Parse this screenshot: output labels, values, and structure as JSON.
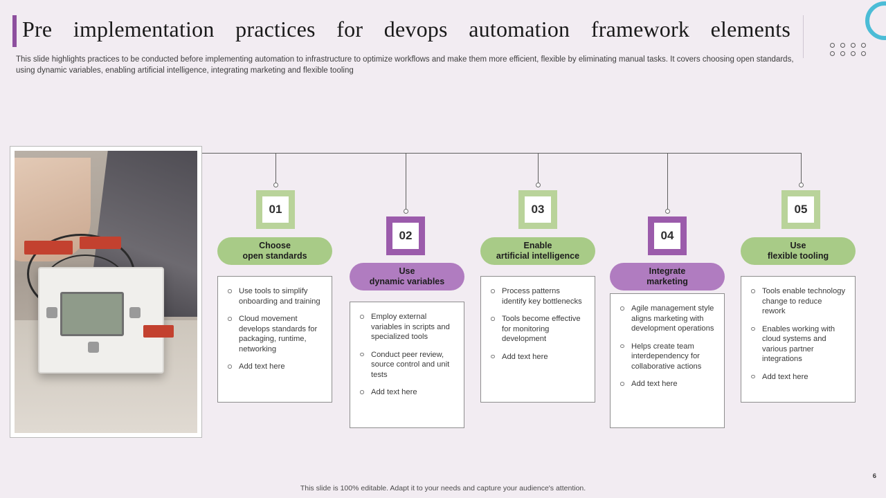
{
  "header": {
    "title": "Pre implementation practices for devops automation framework elements",
    "subtitle": "This slide highlights practices to be conducted before implementing automation to infrastructure to optimize workflows and make them more efficient, flexible by eliminating manual tasks. It covers choosing open standards, using dynamic variables, enabling artificial intelligence, integrating marketing and flexible tooling"
  },
  "decor": {
    "ring_color": "#4bbcd6",
    "accent_color": "#8d4f9e",
    "green": "#a8cb87",
    "purple": "#b07cc0"
  },
  "photo": {
    "alt": "Person assembling a robotics kit on the floor"
  },
  "steps": [
    {
      "number": "01",
      "badge_style": "green",
      "pill_style": "green",
      "title_line1": "Choose",
      "title_line2": "open standards",
      "bullets": [
        "Use tools to simplify onboarding and training",
        "Cloud movement develops standards for packaging, runtime, networking",
        "Add text here"
      ]
    },
    {
      "number": "02",
      "badge_style": "purple",
      "pill_style": "purple",
      "title_line1": "Use",
      "title_line2": "dynamic variables",
      "bullets": [
        "Employ external variables in scripts and specialized tools",
        "Conduct peer review, source control and unit tests",
        "Add text here"
      ]
    },
    {
      "number": "03",
      "badge_style": "green",
      "pill_style": "green",
      "title_line1": "Enable",
      "title_line2": "artificial intelligence",
      "bullets": [
        "Process patterns identify key bottlenecks",
        "Tools become effective for monitoring development",
        "Add text here"
      ]
    },
    {
      "number": "04",
      "badge_style": "purple",
      "pill_style": "purple",
      "title_line1": "Integrate",
      "title_line2": "marketing",
      "bullets": [
        "Agile management style aligns marketing with development operations",
        "Helps create team interdependency for collaborative actions",
        "Add text here"
      ]
    },
    {
      "number": "05",
      "badge_style": "green",
      "pill_style": "green",
      "title_line1": "Use",
      "title_line2": "flexible tooling",
      "bullets": [
        "Tools enable technology change to reduce rework",
        "Enables working with cloud systems and various partner integrations",
        "Add text here"
      ]
    }
  ],
  "footer": {
    "note": "This slide is 100% editable. Adapt it to your needs and capture your audience's attention.",
    "page_number": "6"
  }
}
